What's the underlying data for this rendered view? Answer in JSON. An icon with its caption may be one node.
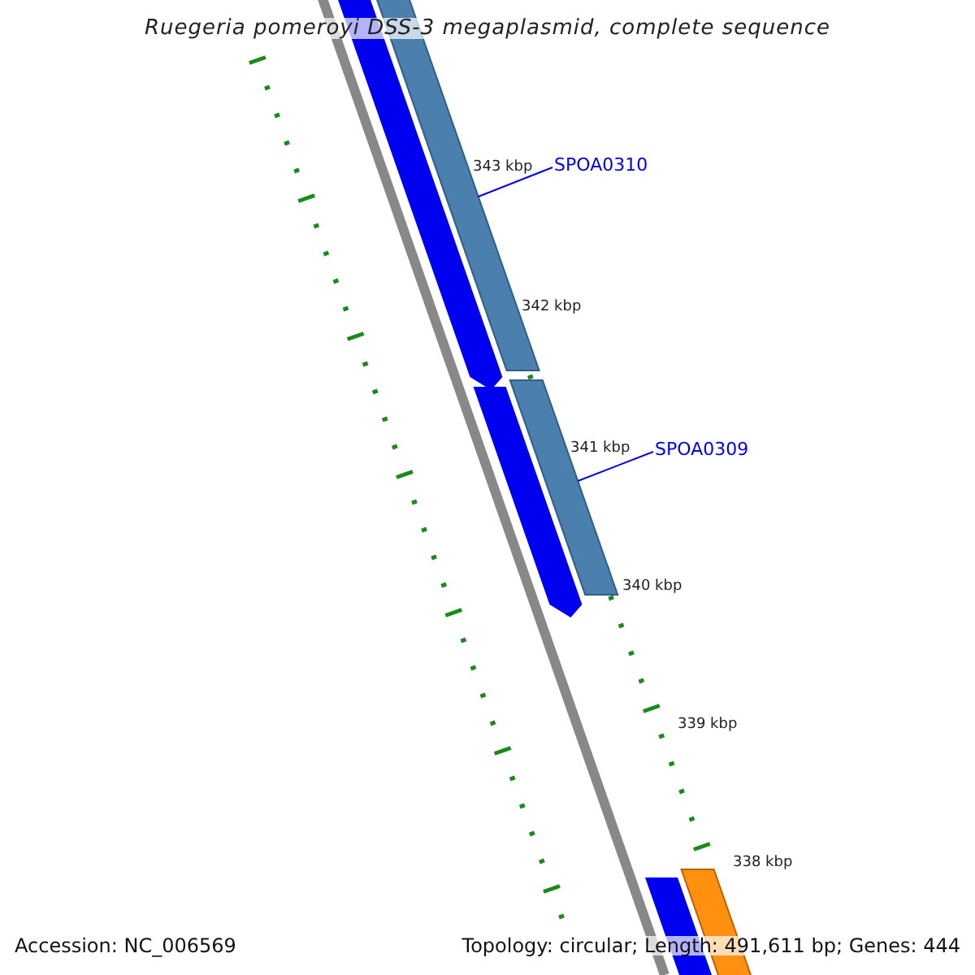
{
  "diagram": {
    "title": "Ruegeria pomeroyi DSS-3 megaplasmid, complete sequence",
    "nodes": [
      {
        "text": [
          "SPOA0310"
        ]
      },
      {
        "text": [],
        "shape": "bar"
      },
      {
        "text": [
          "SPOA0309"
        ]
      },
      {
        "text": [],
        "shape": "bar"
      }
    ],
    "edges": [
      {
        "from": 0,
        "to": 1,
        "arrow": "none"
      },
      {
        "from": 2,
        "to": 3,
        "arrow": "none"
      }
    ],
    "labels": [
      "343 kbp",
      "342 kbp",
      "341 kbp",
      "340 kbp",
      "339 kbp",
      "338 kbp",
      "Accession: NC_006569",
      "Topology: circular; Length: 491,611 bp; Genes: 444"
    ]
  }
}
